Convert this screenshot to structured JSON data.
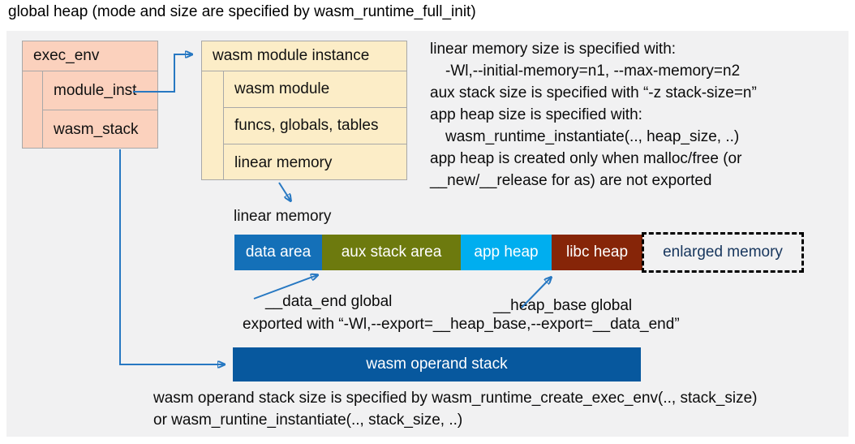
{
  "title": "global heap (mode and size are specified by wasm_runtime_full_init)",
  "exec_env": {
    "header": "exec_env",
    "rows": [
      "module_inst",
      "wasm_stack"
    ]
  },
  "module_instance": {
    "header": "wasm module instance",
    "rows": [
      "wasm module",
      "funcs, globals, tables",
      "linear memory"
    ]
  },
  "notes": {
    "lines": [
      "linear memory size is specified with:",
      "-Wl,--initial-memory=n1, --max-memory=n2",
      "aux stack size is specified with “-z stack-size=n”",
      "app heap size is specified with:",
      "wasm_runtime_instantiate(.., heap_size, ..)",
      "app heap is created only when malloc/free (or",
      "__new/__release for as) are not exported"
    ]
  },
  "linear_memory": {
    "label": "linear memory",
    "segments": [
      {
        "label": "data area",
        "color": "#1470b8"
      },
      {
        "label": "aux stack area",
        "color": "#6d7a0e"
      },
      {
        "label": "app heap",
        "color": "#00aeef"
      },
      {
        "label": "libc heap",
        "color": "#862508"
      }
    ],
    "enlarged": {
      "label": "enlarged memory",
      "text_color": "#17365d"
    }
  },
  "annotations": {
    "data_end": "__data_end global",
    "heap_base": "__heap_base global",
    "exported": "exported with “-Wl,--export=__heap_base,--export=__data_end”"
  },
  "operand_stack": {
    "label": "wasm operand stack",
    "color": "#07589e",
    "note_line1": "wasm operand stack size is specified by wasm_runtime_create_exec_env(.., stack_size)",
    "note_line2": "or wasm_runtine_instantiate(.., stack_size, ..)"
  },
  "colors": {
    "panel_background": "#f1f1f2",
    "exec_env_fill": "#fbd1bd",
    "module_instance_fill": "#fcedc7",
    "box_border": "#a8a8a8",
    "arrow": "#2778c2",
    "enlarged_border": "#000000"
  }
}
